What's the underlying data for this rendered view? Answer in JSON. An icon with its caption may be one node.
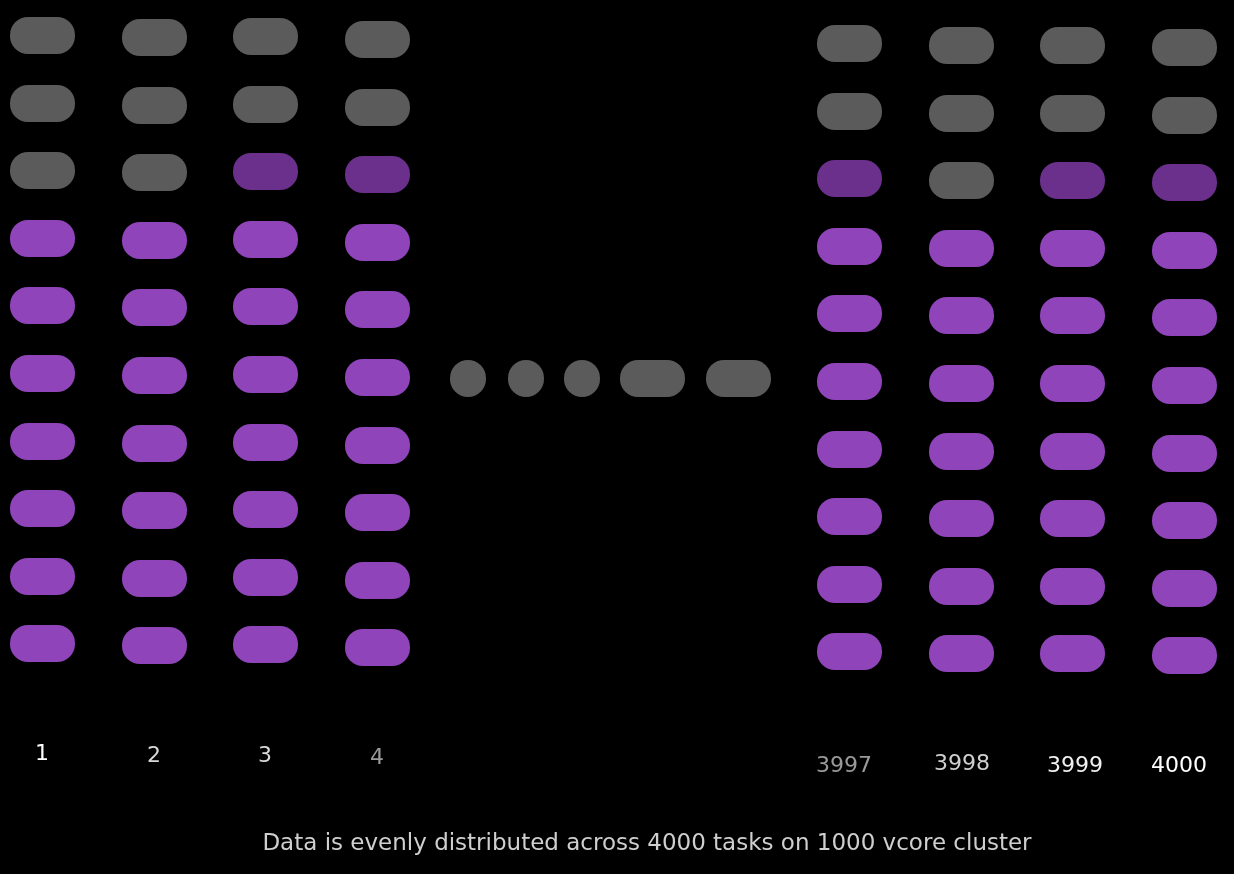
{
  "diagram": {
    "caption": "Data is evenly distributed across 4000 tasks on 1000 vcore cluster",
    "labels": [
      "1",
      "2",
      "3",
      "4",
      "3997",
      "3998",
      "3999",
      "4000"
    ]
  }
}
